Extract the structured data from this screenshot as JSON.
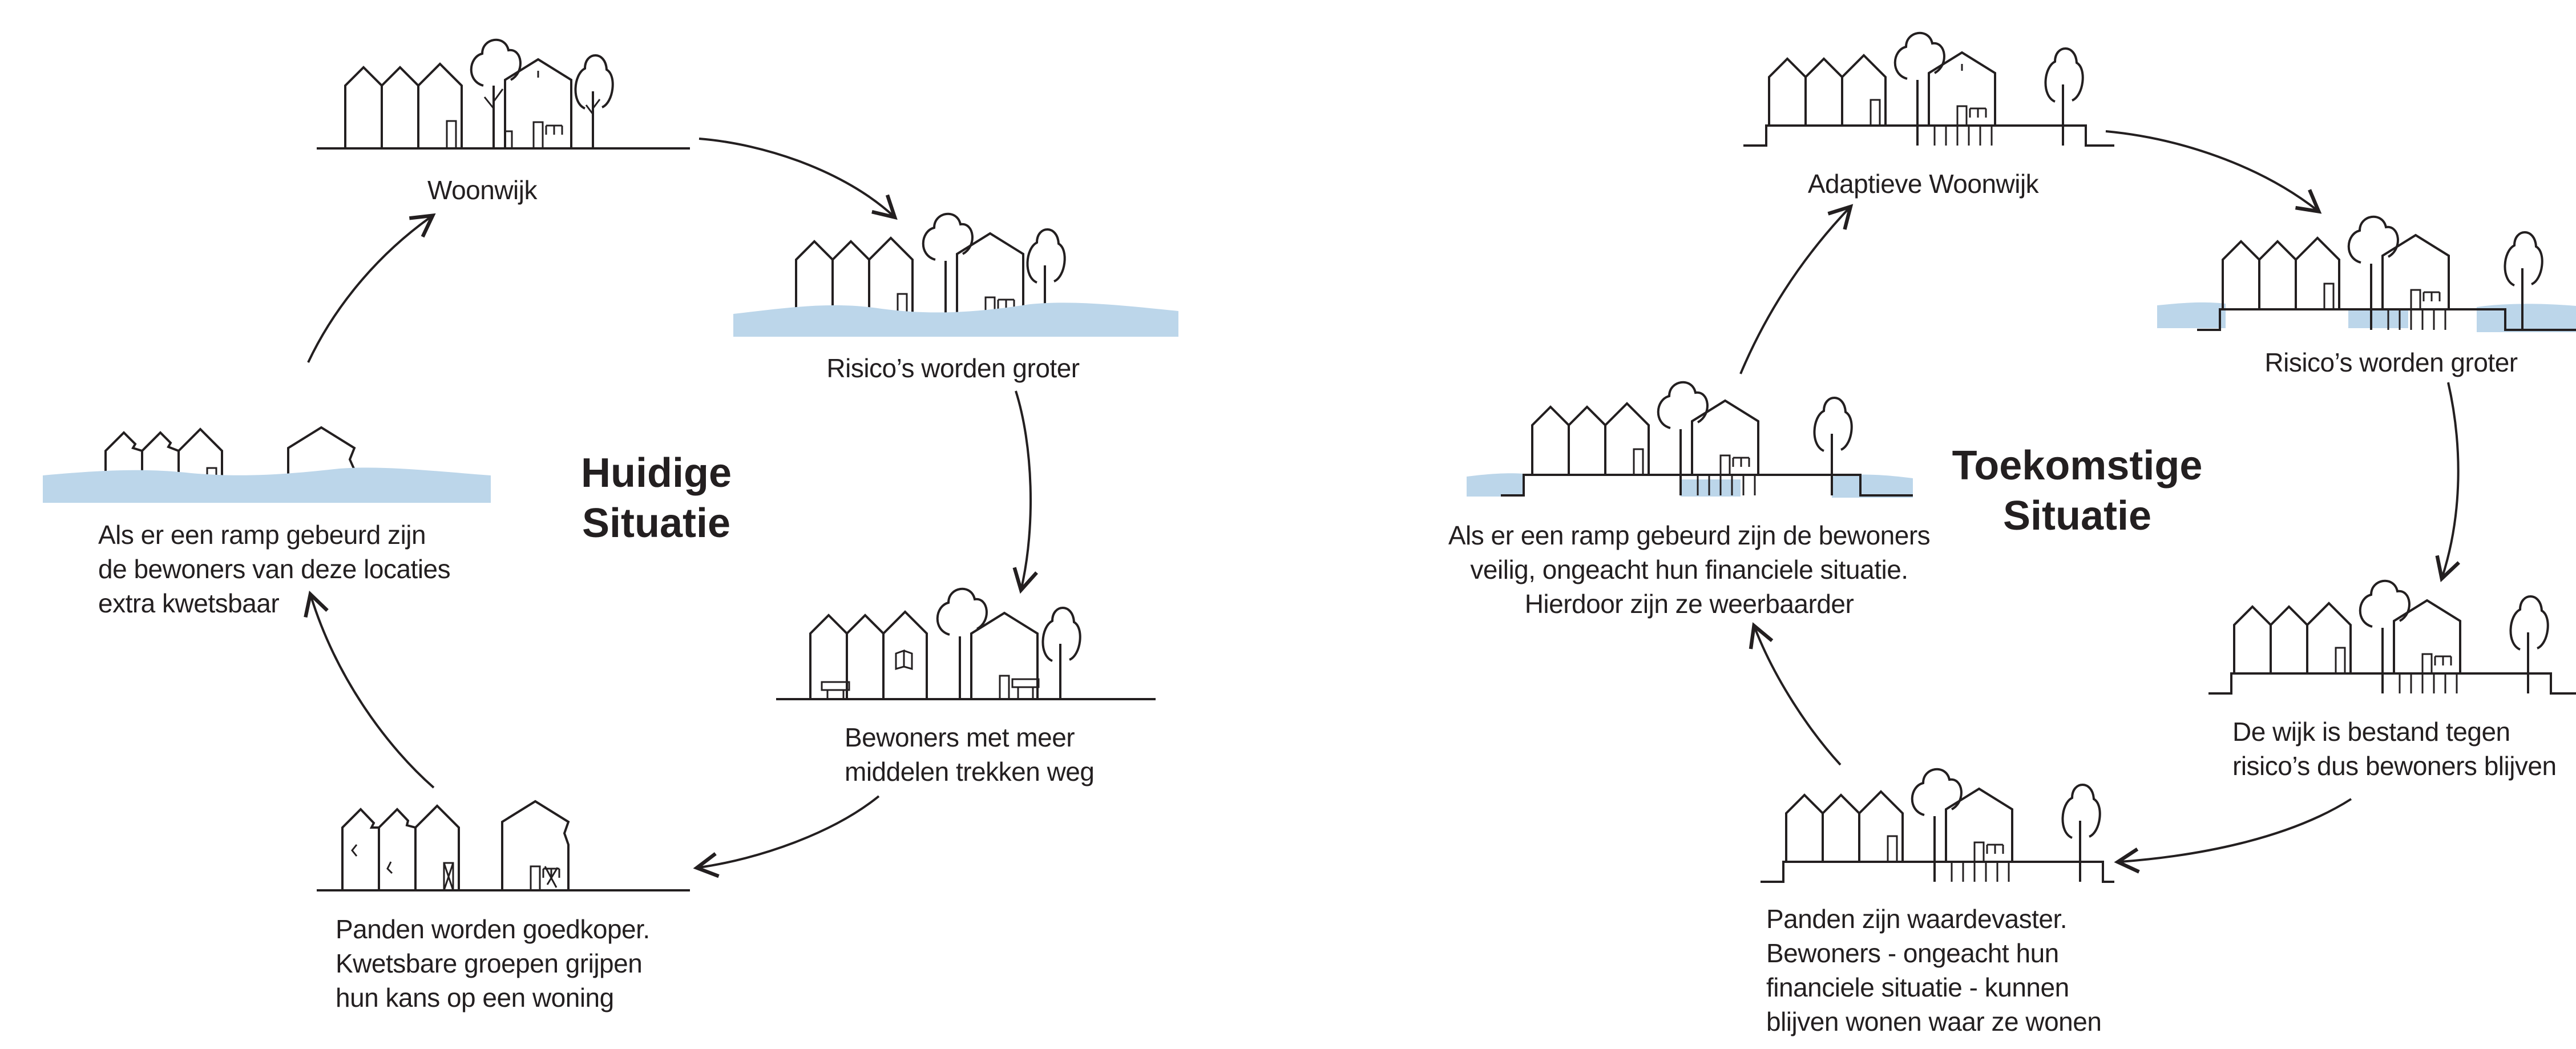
{
  "colors": {
    "water": "#bcd6ea",
    "ink": "#231f20",
    "background": "#ffffff"
  },
  "cycles": [
    {
      "id": "current",
      "title_lines": [
        "Huidige",
        "Situatie"
      ],
      "nodes": [
        {
          "id": "woonwijk",
          "lines": [
            "Woonwijk"
          ]
        },
        {
          "id": "risico",
          "lines": [
            "Risico’s worden groter"
          ]
        },
        {
          "id": "bewoners-weg",
          "lines": [
            "Bewoners met meer",
            "middelen trekken weg"
          ]
        },
        {
          "id": "goedkoper",
          "lines": [
            "Panden worden goedkoper.",
            "Kwetsbare groepen grijpen",
            "hun kans op een woning"
          ]
        },
        {
          "id": "ramp",
          "lines": [
            "Als er een ramp gebeurd zijn",
            "de bewoners van deze locaties",
            "extra kwetsbaar"
          ]
        }
      ]
    },
    {
      "id": "future",
      "title_lines": [
        "Toekomstige",
        "Situatie"
      ],
      "nodes": [
        {
          "id": "adaptief",
          "lines": [
            "Adaptieve Woonwijk"
          ]
        },
        {
          "id": "risico",
          "lines": [
            "Risico’s worden groter"
          ]
        },
        {
          "id": "bestand",
          "lines": [
            "De wijk is bestand tegen",
            "risico’s dus bewoners blijven"
          ]
        },
        {
          "id": "waardevaster",
          "lines": [
            "Panden zijn waardevaster.",
            "Bewoners  - ongeacht hun",
            "financiele situatie - kunnen",
            "blijven wonen waar ze wonen"
          ]
        },
        {
          "id": "ramp",
          "lines": [
            "Als er een ramp gebeurd zijn de bewoners",
            "veilig, ongeacht hun financiele situatie.",
            "Hierdoor zijn ze weerbaarder"
          ]
        }
      ]
    }
  ]
}
